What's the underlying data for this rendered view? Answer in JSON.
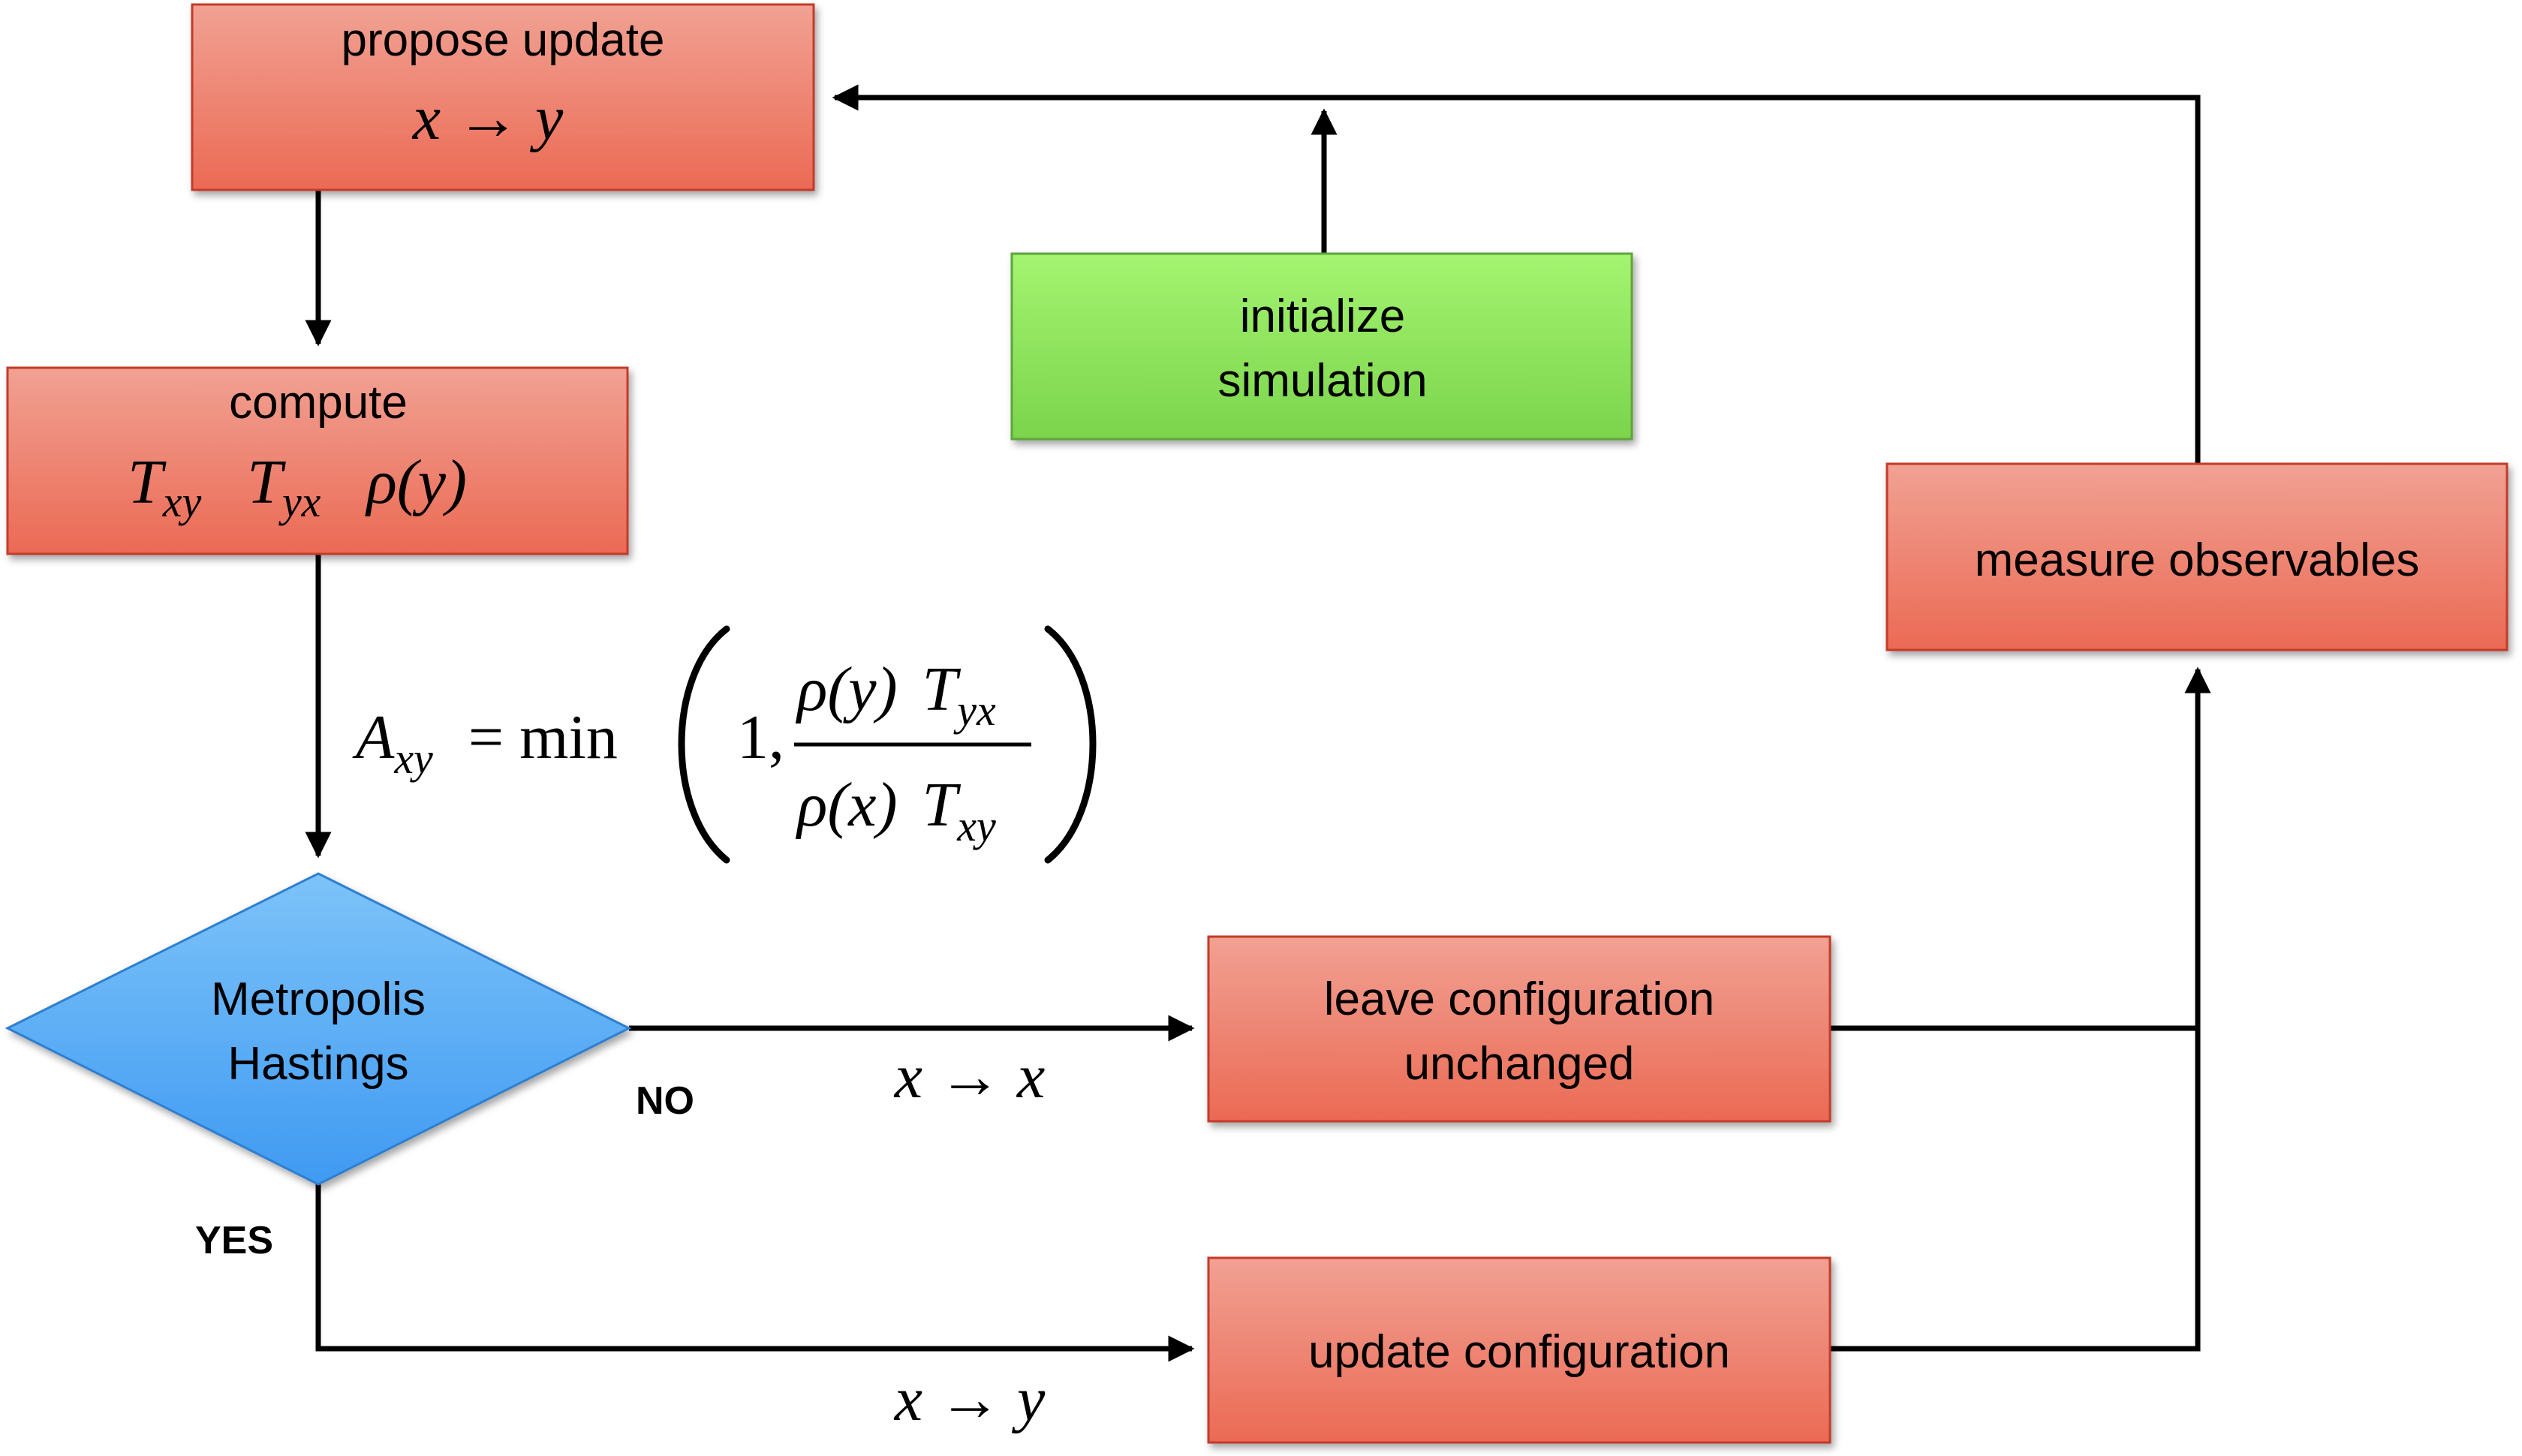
{
  "nodes": {
    "propose": {
      "label": "propose update",
      "math": "x → y"
    },
    "compute": {
      "label": "compute",
      "math_t1": "T",
      "math_t1_sub": "xy",
      "math_t2": "T",
      "math_t2_sub": "yx",
      "math_rho": "ρ(y)"
    },
    "initialize": {
      "line1": "initialize",
      "line2": "simulation"
    },
    "measure": {
      "label": "measure observables"
    },
    "metropolis": {
      "line1": "Metropolis",
      "line2": "Hastings"
    },
    "leave": {
      "line1": "leave configuration",
      "line2": "unchanged"
    },
    "update": {
      "label": "update configuration"
    }
  },
  "formula": {
    "lhs": "A",
    "lhs_sub": "xy",
    "eq": "= min",
    "one": "1,",
    "num_rho": "ρ(y)",
    "num_T": "T",
    "num_T_sub": "yx",
    "den_rho": "ρ(x)",
    "den_T": "T",
    "den_T_sub": "xy"
  },
  "edges": {
    "no_label": "NO",
    "yes_label": "YES",
    "no_math": "x → x",
    "yes_math": "x → y"
  },
  "colors": {
    "red_top": "#F1A193",
    "red_bottom": "#EB6A54",
    "red_border": "#C43A2A",
    "green_top": "#A4F470",
    "green_bottom": "#7BD44C",
    "green_border": "#5EA53A",
    "blue_top": "#7DC3F9",
    "blue_bottom": "#3F9AF2",
    "blue_border": "#2F7FD0"
  }
}
